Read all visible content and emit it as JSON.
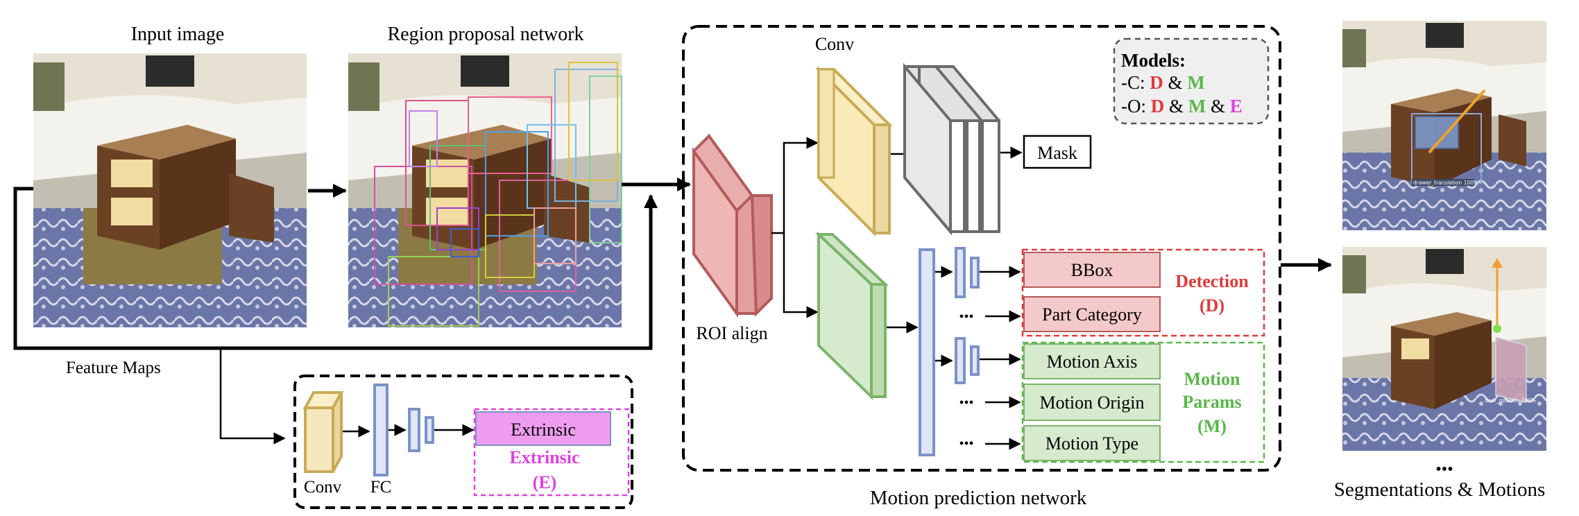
{
  "titles": {
    "input_image": "Input image",
    "rpn": "Region proposal network",
    "motion_network": "Motion prediction network",
    "segmentations": "Segmentations & Motions"
  },
  "labels": {
    "feature_maps": "Feature Maps",
    "conv_top": "Conv",
    "roi_align": "ROI align",
    "conv_small": "Conv",
    "fc": "FC",
    "ellipsis_bottom": "•••"
  },
  "models_box": {
    "title": "Models:",
    "line1": {
      "prefix": "-C: ",
      "d": "D",
      "amp1": " & ",
      "m": "M"
    },
    "line2": {
      "prefix": "-O: ",
      "d": "D",
      "amp1": " & ",
      "m": "M",
      "amp2": " & ",
      "e": "E"
    }
  },
  "heads": {
    "mask": "Mask",
    "bbox": "BBox",
    "part_category": "Part Category",
    "motion_axis": "Motion Axis",
    "motion_origin": "Motion Origin",
    "motion_type": "Motion Type",
    "extrinsic": "Extrinsic"
  },
  "groups": {
    "detection": {
      "name": "Detection",
      "code": "(D)"
    },
    "motion_params": {
      "line1": "Motion",
      "line2": "Params",
      "code": "(M)"
    },
    "extrinsic": {
      "name": "Extrinsic",
      "code": "(E)"
    }
  },
  "result_labels": {
    "drawer": "drawer_translation 100%",
    "door": "door_rotation 100%"
  },
  "colors": {
    "detection": "#e03a3a",
    "motion": "#58b848",
    "extrinsic": "#e040e0",
    "conv_yellow": "#c9ab55",
    "roi_red": "#b55a5a",
    "fc_blue": "#7a92c8"
  }
}
